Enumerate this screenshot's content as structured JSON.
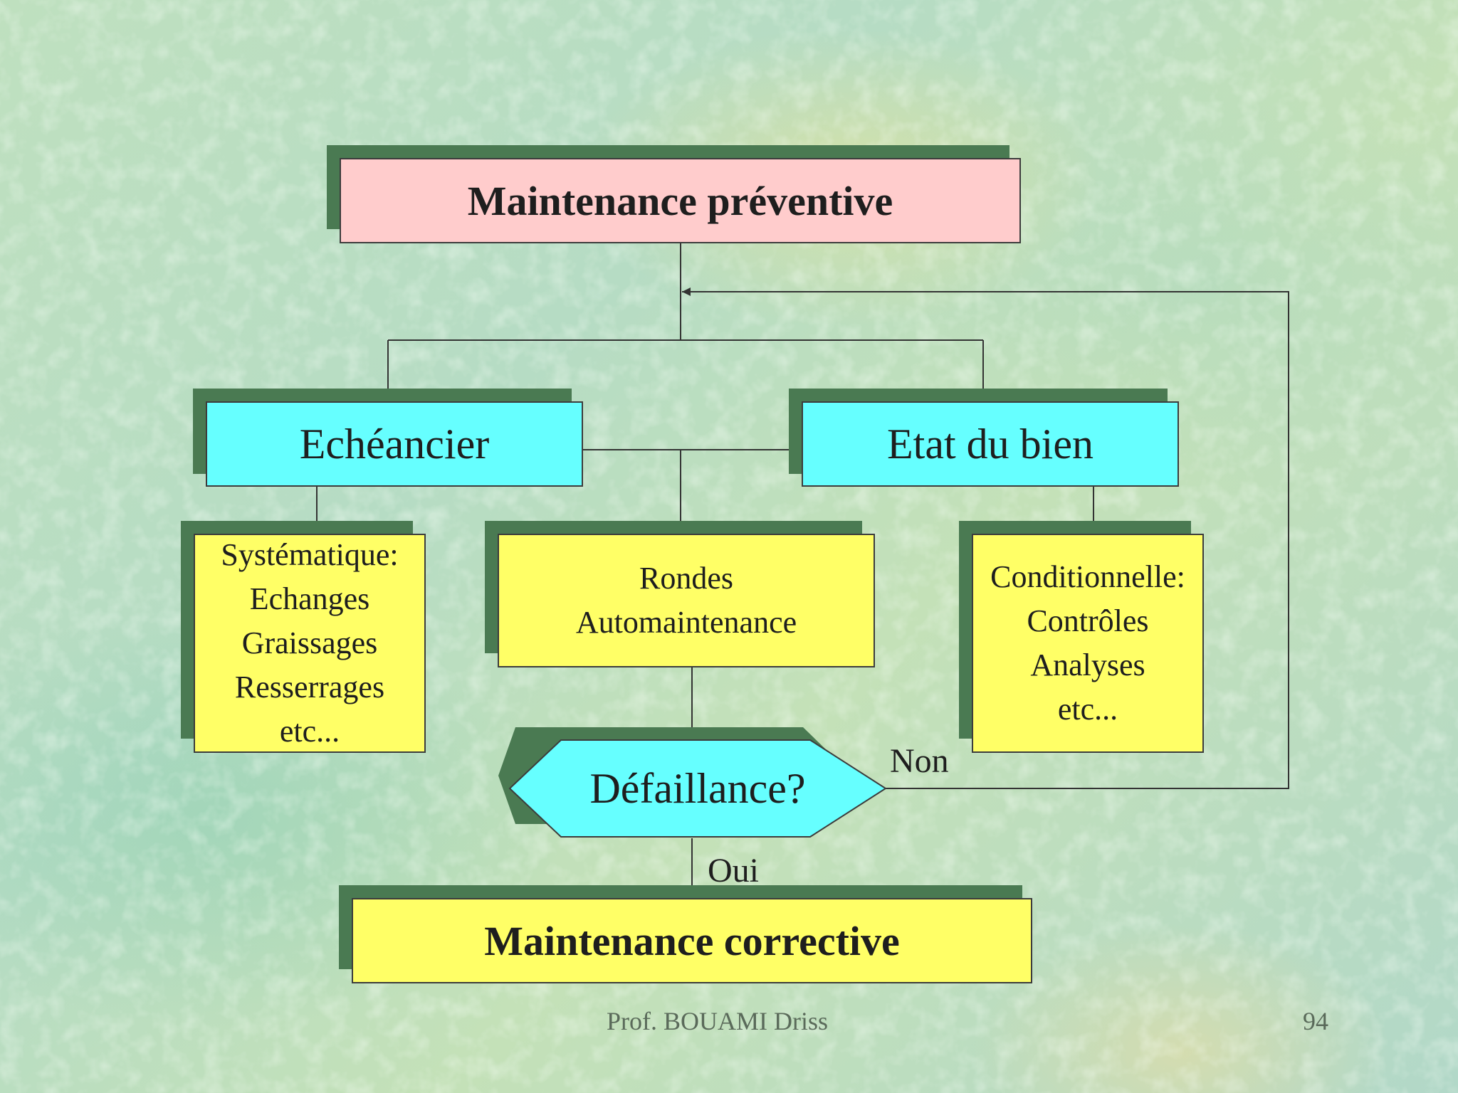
{
  "diagram": {
    "root": "Maintenance préventive",
    "branch_left": "Echéancier",
    "branch_right": "Etat du bien",
    "systematic": {
      "heading": "Systématique:",
      "items": [
        "Echanges",
        "Graissages",
        "Resserrages",
        "etc..."
      ]
    },
    "rounds": {
      "lines": [
        "Rondes",
        "Automaintenance"
      ]
    },
    "conditional": {
      "heading": "Conditionnelle:",
      "items": [
        "Contrôles",
        "Analyses",
        "etc..."
      ]
    },
    "decision": "Défaillance?",
    "label_no": "Non",
    "label_yes": "Oui",
    "corrective": "Maintenance corrective"
  },
  "footer": {
    "author": "Prof. BOUAMI Driss",
    "page_number": "94"
  },
  "colors": {
    "root_fill": "#ffcccc",
    "branch_fill": "#66ffff",
    "action_fill": "#ffff66",
    "shadow": "#4a7a52",
    "line": "#333333"
  }
}
